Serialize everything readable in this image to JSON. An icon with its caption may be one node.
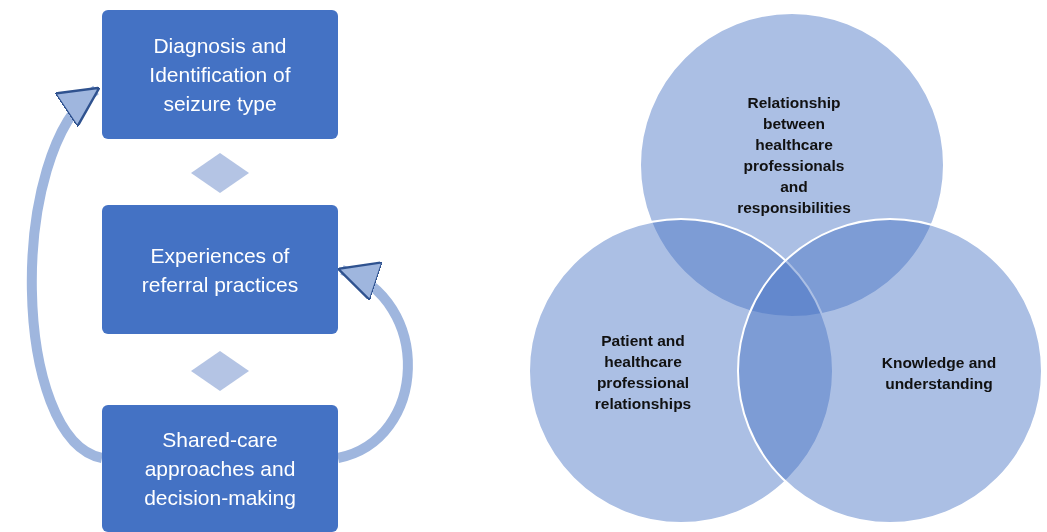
{
  "diagram": {
    "nodes": [
      {
        "text": [
          "Diagnosis and Identification of seizure type"
        ]
      },
      {
        "text": [],
        "shape": "diamond"
      },
      {
        "text": [
          "Experiences of referral practices"
        ]
      },
      {
        "text": [],
        "shape": "diamond"
      },
      {
        "text": [
          "Shared-care approaches and decision-making"
        ]
      },
      {
        "text": [
          "Relationship between healthcare professionals and responsibilities"
        ]
      },
      {
        "text": [
          "Patient and healthcare professional relationships"
        ]
      },
      {
        "text": [
          "Knowledge and understanding"
        ]
      }
    ],
    "edges": [
      {
        "from": 4,
        "to": 0,
        "arrow": "to"
      },
      {
        "from": 4,
        "to": 2,
        "arrow": "to"
      }
    ]
  }
}
